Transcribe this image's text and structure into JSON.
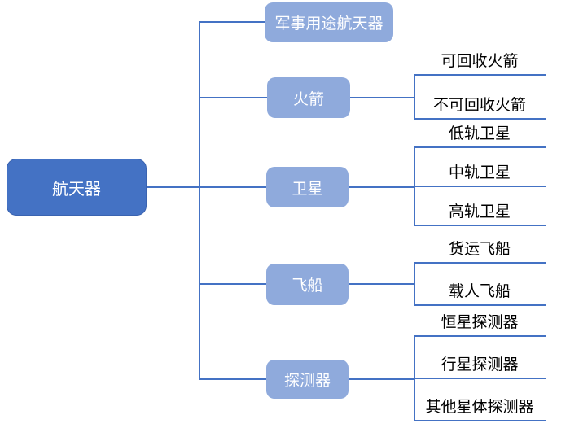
{
  "diagram": {
    "root": {
      "label": "航天器"
    },
    "branches": [
      {
        "label": "军事用途航天器",
        "children": []
      },
      {
        "label": "火箭",
        "children": [
          {
            "label": "可回收火箭"
          },
          {
            "label": "不可回收火箭"
          }
        ]
      },
      {
        "label": "卫星",
        "children": [
          {
            "label": "低轨卫星"
          },
          {
            "label": "中轨卫星"
          },
          {
            "label": "高轨卫星"
          }
        ]
      },
      {
        "label": "飞船",
        "children": [
          {
            "label": "货运飞船"
          },
          {
            "label": "载人飞船"
          }
        ]
      },
      {
        "label": "探测器",
        "children": [
          {
            "label": "恒星探测器"
          },
          {
            "label": "行星探测器"
          },
          {
            "label": "其他星体探测器"
          }
        ]
      }
    ],
    "colors": {
      "root_fill": "#4472C4",
      "branch_fill": "#8FAADC",
      "line": "#4472C4",
      "node_text": "#FFFFFF",
      "leaf_text": "#000000",
      "background": "#FFFFFF"
    }
  }
}
